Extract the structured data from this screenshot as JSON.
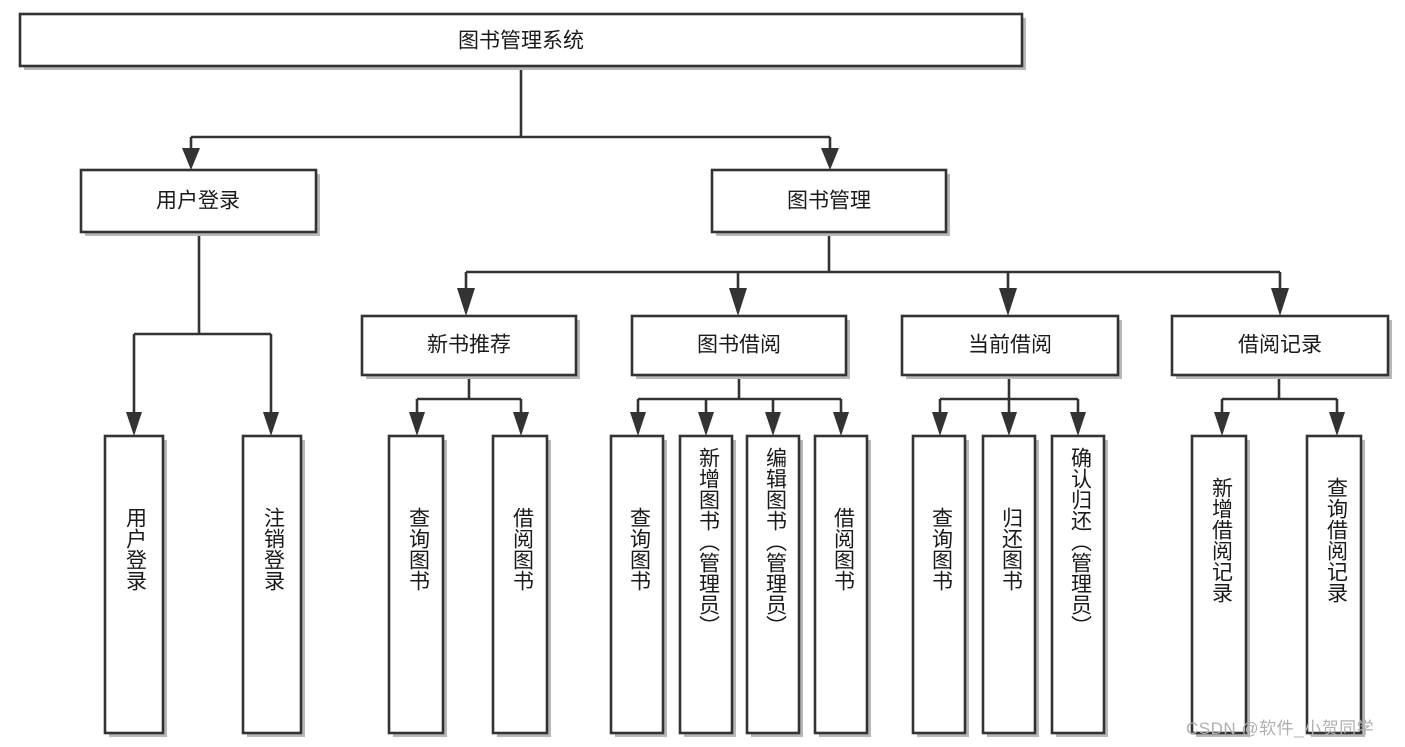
{
  "diagram": {
    "type": "hierarchy-tree",
    "title": "图书管理系统",
    "orientation": "top-down",
    "levels": 4,
    "root": {
      "id": "root",
      "label": "图书管理系统",
      "text_direction": "horizontal"
    },
    "level2": [
      {
        "id": "user-login",
        "label": "用户登录",
        "text_direction": "horizontal"
      },
      {
        "id": "book-management",
        "label": "图书管理",
        "text_direction": "horizontal"
      }
    ],
    "level3": [
      {
        "id": "new-book-recommend",
        "label": "新书推荐",
        "text_direction": "horizontal",
        "parent": "book-management"
      },
      {
        "id": "book-borrow",
        "label": "图书借阅",
        "text_direction": "horizontal",
        "parent": "book-management"
      },
      {
        "id": "current-borrow",
        "label": "当前借阅",
        "text_direction": "horizontal",
        "parent": "book-management"
      },
      {
        "id": "borrow-record",
        "label": "借阅记录",
        "text_direction": "horizontal",
        "parent": "book-management"
      }
    ],
    "leaves": [
      {
        "id": "leaf-user-login",
        "label": "用户登录",
        "parent": "user-login",
        "text_direction": "vertical"
      },
      {
        "id": "leaf-logout-login",
        "label": "注销登录",
        "parent": "user-login",
        "text_direction": "vertical"
      },
      {
        "id": "leaf-query-book-1",
        "label": "查询图书",
        "parent": "new-book-recommend",
        "text_direction": "vertical"
      },
      {
        "id": "leaf-borrow-book-1",
        "label": "借阅图书",
        "parent": "new-book-recommend",
        "text_direction": "vertical"
      },
      {
        "id": "leaf-query-book-2",
        "label": "查询图书",
        "parent": "book-borrow",
        "text_direction": "vertical"
      },
      {
        "id": "leaf-add-book",
        "label": "新增图书（管理员）",
        "parent": "book-borrow",
        "text_direction": "vertical"
      },
      {
        "id": "leaf-edit-book",
        "label": "编辑图书（管理员）",
        "parent": "book-borrow",
        "text_direction": "vertical"
      },
      {
        "id": "leaf-borrow-book-2",
        "label": "借阅图书",
        "parent": "book-borrow",
        "text_direction": "vertical"
      },
      {
        "id": "leaf-query-book-3",
        "label": "查询图书",
        "parent": "current-borrow",
        "text_direction": "vertical"
      },
      {
        "id": "leaf-return-book",
        "label": "归还图书",
        "parent": "current-borrow",
        "text_direction": "vertical"
      },
      {
        "id": "leaf-confirm-return",
        "label": "确认归还（管理员）",
        "parent": "current-borrow",
        "text_direction": "vertical"
      },
      {
        "id": "leaf-add-record",
        "label": "新增借阅记录",
        "parent": "borrow-record",
        "text_direction": "vertical"
      },
      {
        "id": "leaf-query-record",
        "label": "查询借阅记录",
        "parent": "borrow-record",
        "text_direction": "vertical"
      }
    ],
    "colors": {
      "background": "#ffffff",
      "box_fill": "#ffffff",
      "box_stroke": "#333333",
      "text": "#1a1a1a",
      "shadow": "#b8b8b8",
      "watermark": "#b0b0b0"
    }
  },
  "watermark": {
    "text": "CSDN @软件_小贺同学"
  }
}
